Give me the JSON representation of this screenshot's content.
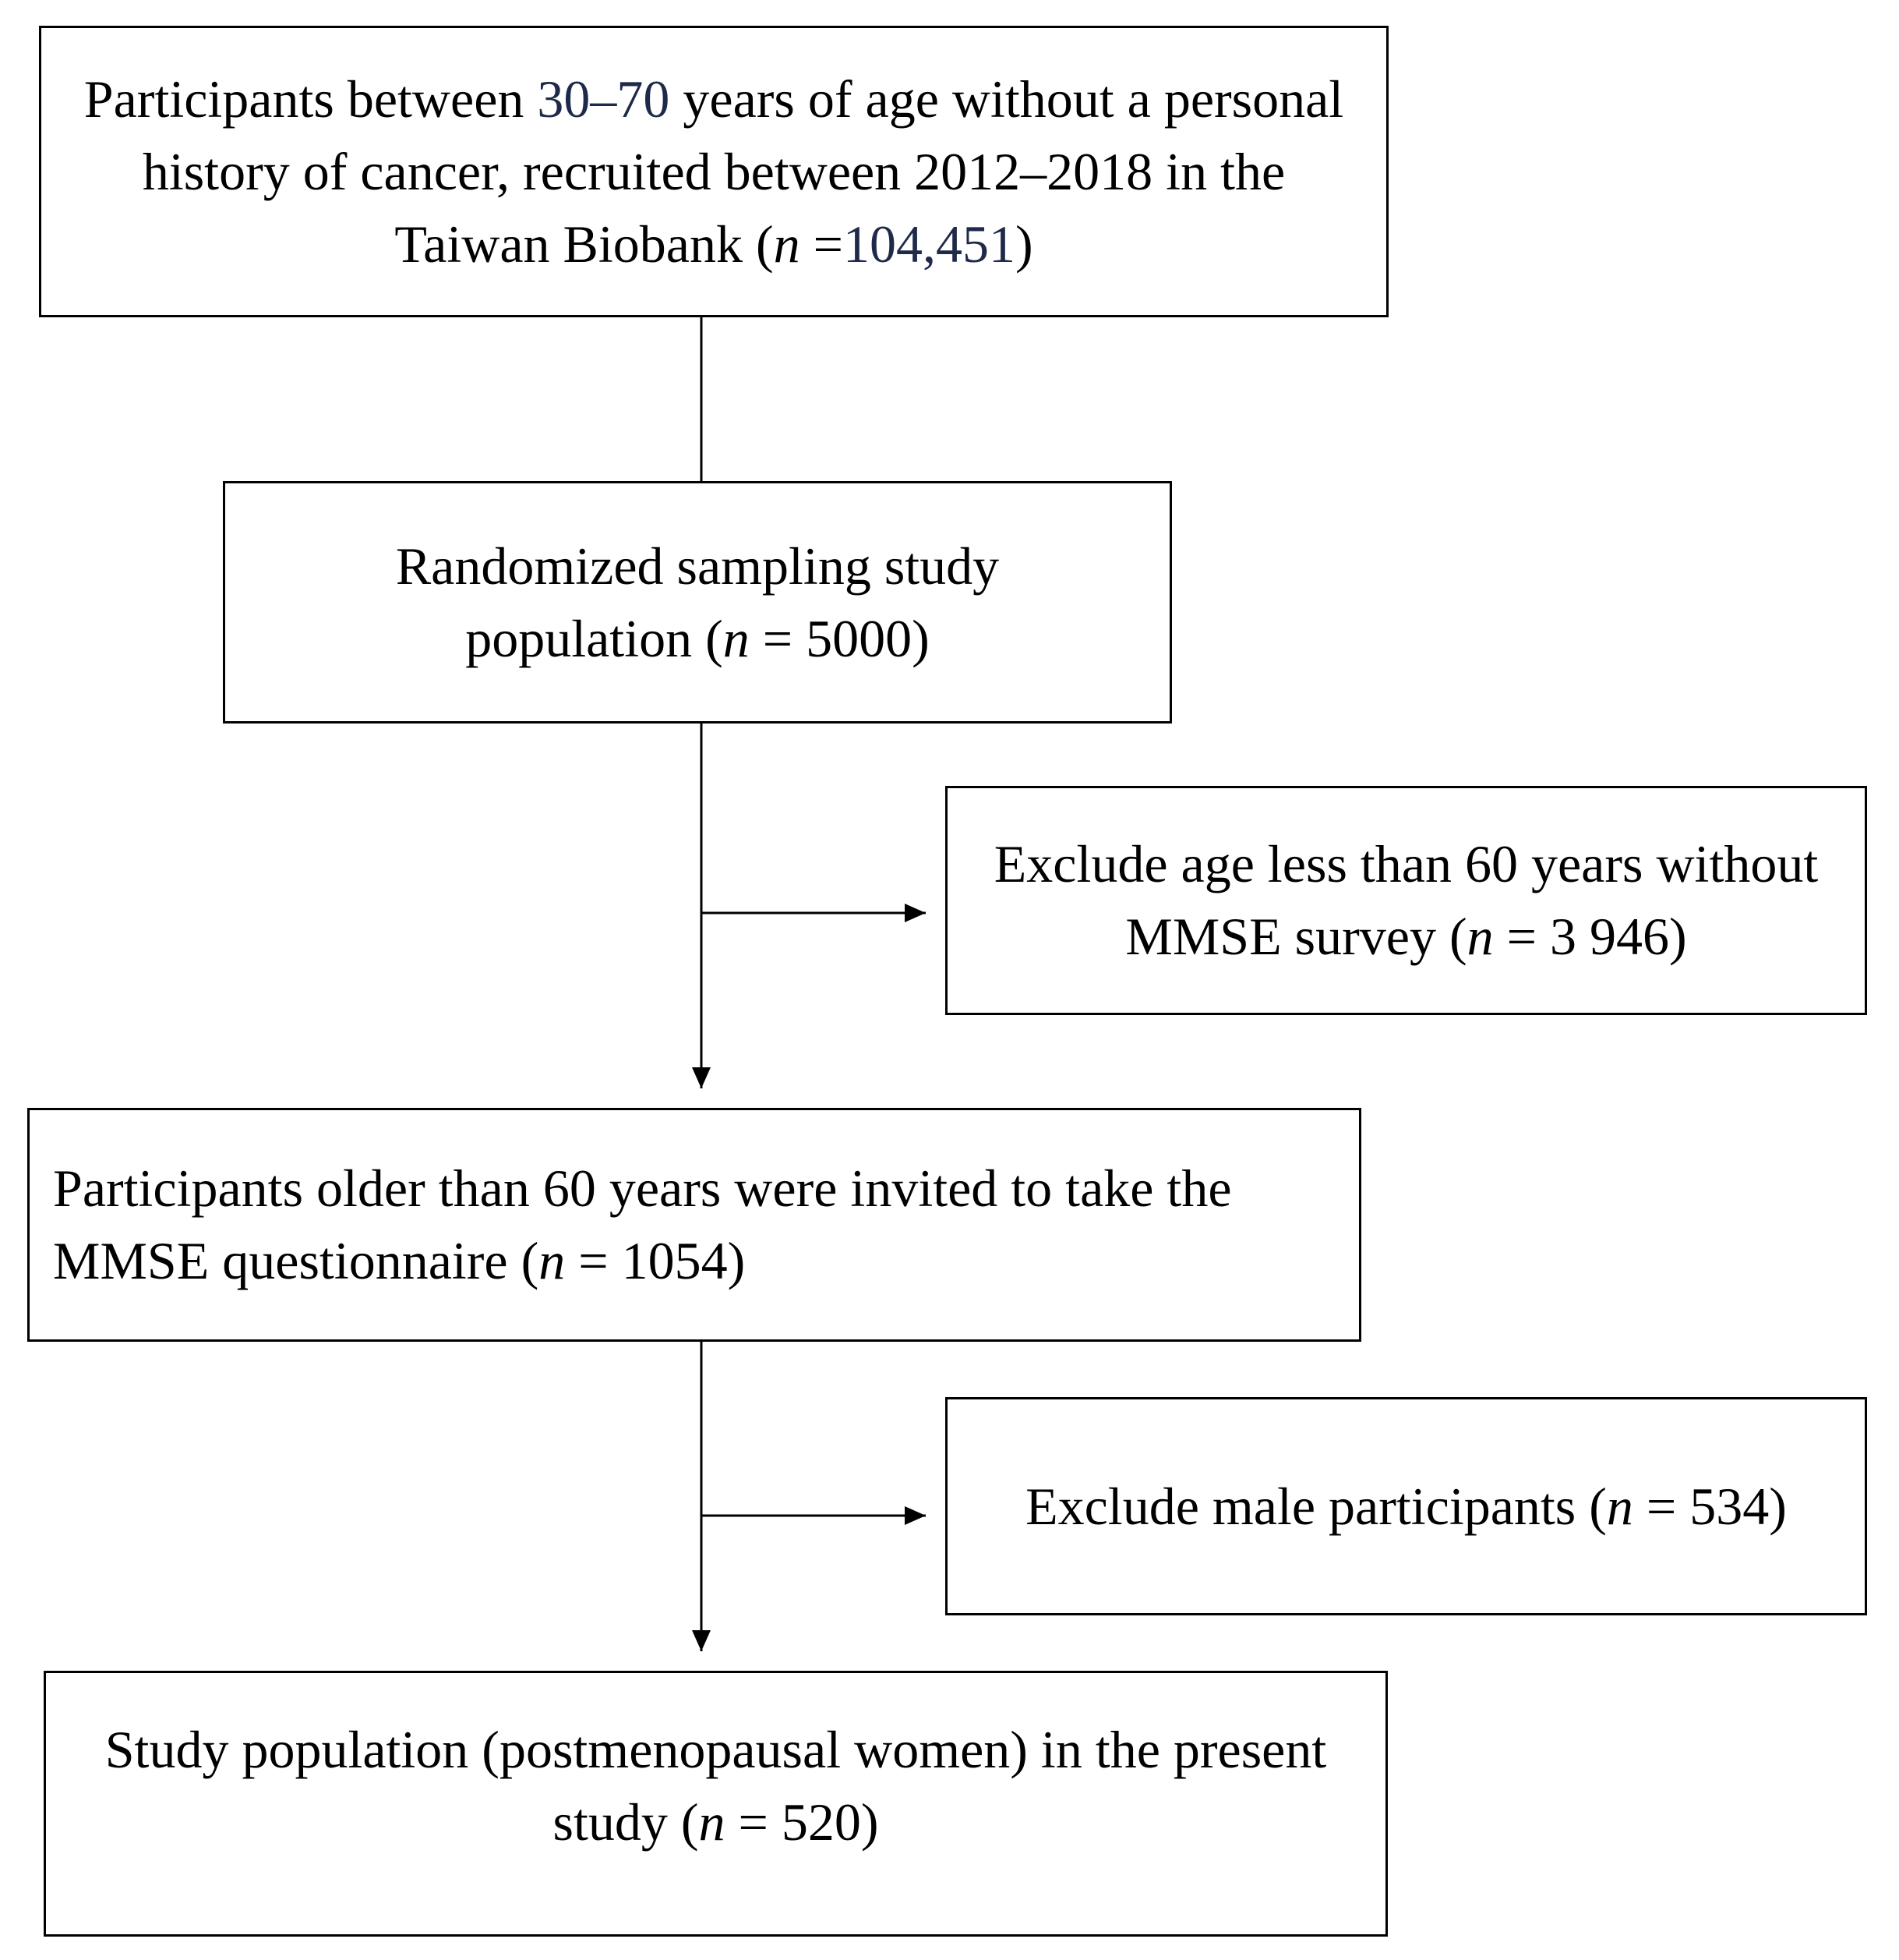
{
  "flowchart": {
    "nodes": [
      {
        "id": "box-1",
        "name": "box-all-participants",
        "pre": "Participants between ",
        "range": "30–70",
        "mid": " years of age without a personal history of cancer, recruited between 2012–2018 in the Taiwan Biobank (",
        "n_label": "n",
        "eq": " =",
        "count": "104,451",
        "post": ")"
      },
      {
        "id": "box-2",
        "name": "box-random-sample",
        "pre": "Randomized sampling study population (",
        "n_label": "n",
        "eq": " = ",
        "count": "5000",
        "post": ")"
      },
      {
        "id": "box-3",
        "name": "box-exclude-age",
        "pre": "Exclude age less than 60 years without MMSE survey (",
        "n_label": "n",
        "eq": " = ",
        "count": "3 946",
        "post": ")"
      },
      {
        "id": "box-4",
        "name": "box-mmse-participants",
        "pre": "Participants older than 60 years were invited to take the MMSE questionnaire (",
        "n_label": "n",
        "eq": " = ",
        "count": "1054",
        "post": ")"
      },
      {
        "id": "box-5",
        "name": "box-exclude-male",
        "pre": "Exclude male participants (",
        "n_label": "n",
        "eq": " = ",
        "count": "534",
        "post": ")"
      },
      {
        "id": "box-6",
        "name": "box-study-population",
        "pre": "Study population (postmenopausal women) in the present study (",
        "n_label": "n",
        "eq": " = ",
        "count": "520",
        "post": ")"
      }
    ],
    "edges": [
      {
        "from": "box-all-participants",
        "to": "box-random-sample"
      },
      {
        "from": "box-random-sample",
        "to": "box-mmse-participants"
      },
      {
        "from": "box-random-sample",
        "to": "box-exclude-age"
      },
      {
        "from": "box-mmse-participants",
        "to": "box-study-population"
      },
      {
        "from": "box-mmse-participants",
        "to": "box-exclude-male"
      }
    ],
    "colors": {
      "line": "#000000",
      "text": "#000000",
      "box_border": "#000000",
      "background": "#ffffff"
    }
  }
}
